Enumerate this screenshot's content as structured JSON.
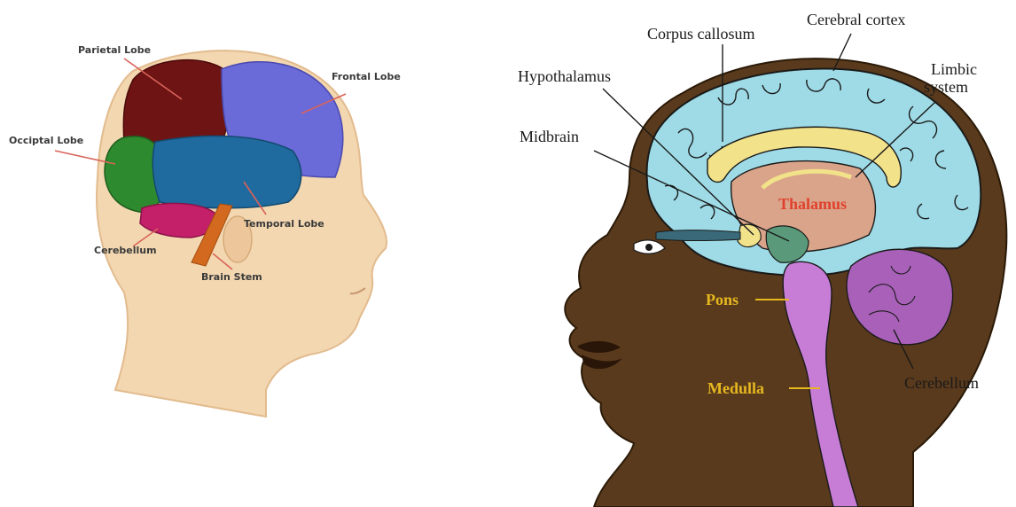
{
  "left_diagram": {
    "labels": {
      "parietal": "Parietal Lobe",
      "frontal": "Frontal Lobe",
      "occipital": "Occiptal Lobe",
      "temporal": "Temporal Lobe",
      "cerebellum": "Cerebellum",
      "brain_stem": "Brain Stem"
    },
    "colors": {
      "skin": "#f3d7b0",
      "parietal": "#6e1414",
      "frontal": "#6a6ad8",
      "occipital": "#2e8a2e",
      "temporal": "#1f6a9e",
      "cerebellum": "#c4206a",
      "brain_stem": "#d2691e",
      "leader": "#d9635a"
    }
  },
  "right_diagram": {
    "labels": {
      "corpus_callosum": "Corpus callosum",
      "cerebral_cortex": "Cerebral cortex",
      "hypothalamus": "Hypothalamus",
      "limbic_line1": "Limbic",
      "limbic_line2": "system",
      "midbrain": "Midbrain",
      "thalamus": "Thalamus",
      "pons": "Pons",
      "medulla": "Medulla",
      "cerebellum": "Cerebellum"
    },
    "colors": {
      "skin": "#5a3a1c",
      "cortex": "#9edbe6",
      "corpus": "#f2e28a",
      "thalamus": "#d9a48a",
      "midbrain": "#5a9a7a",
      "stem": "#c77dd6",
      "text_gold": "#e6b820",
      "text_red": "#e0412e"
    }
  }
}
